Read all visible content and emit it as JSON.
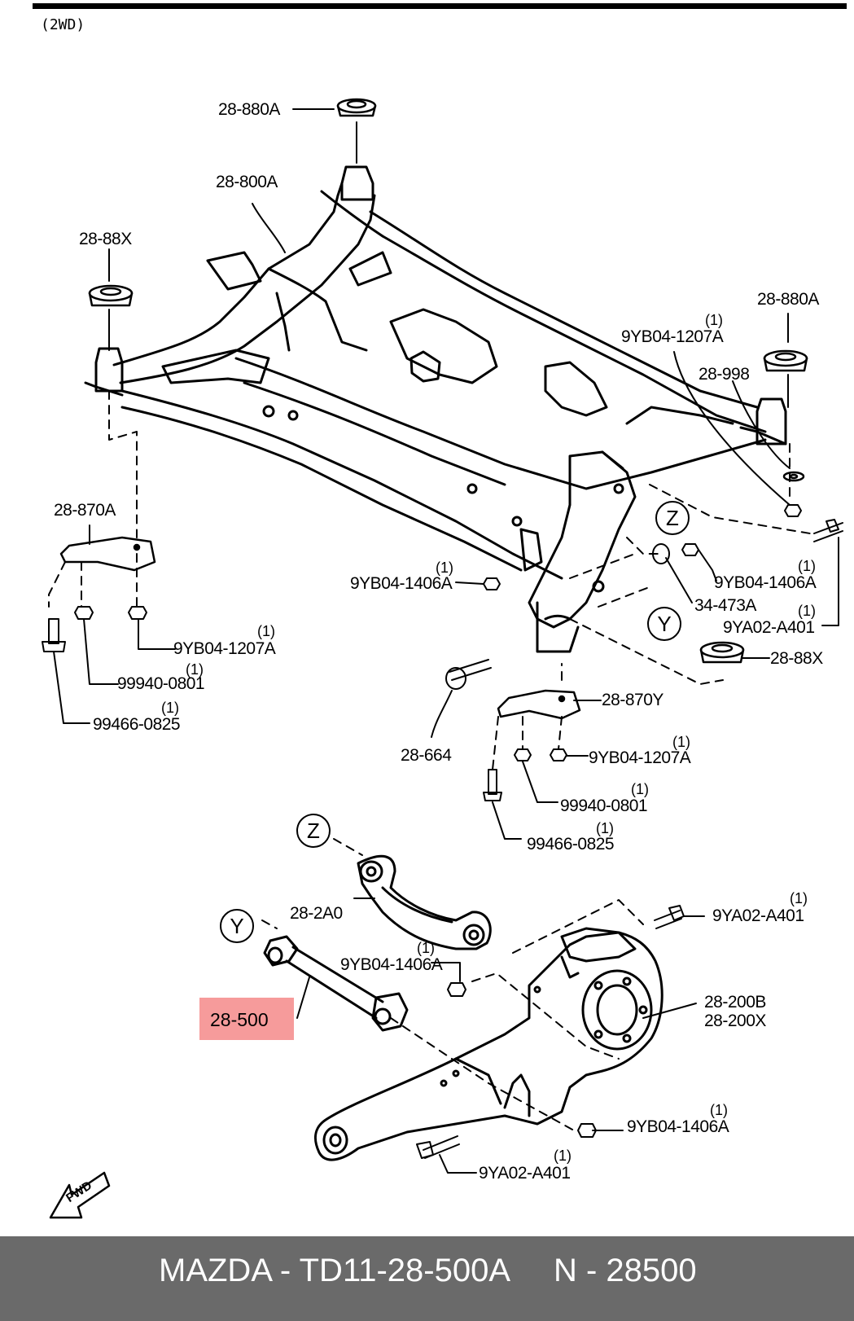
{
  "variant": "(2WD)",
  "labels": {
    "p_28_880A_top": "28-880A",
    "p_28_800A": "28-800A",
    "p_28_88X_left": "28-88X",
    "p_28_880A_right": "28-880A",
    "p_9YB04_1207A_top": "9YB04-1207A",
    "p_28_998": "28-998",
    "p_28_870A": "28-870A",
    "p_9YB04_1406A_mid": "9YB04-1406A",
    "p_9YB04_1406A_right": "9YB04-1406A",
    "p_34_473A": "34-473A",
    "p_9YA02_A401_right": "9YA02-A401",
    "p_28_88X_right": "28-88X",
    "p_9YB04_1207A_left": "9YB04-1207A",
    "p_99940_0801_left": "99940-0801",
    "p_99466_0825_left": "99466-0825",
    "p_28_664": "28-664",
    "p_28_870Y": "28-870Y",
    "p_9YB04_1207A_low": "9YB04-1207A",
    "p_99940_0801_low": "99940-0801",
    "p_99466_0825_low": "99466-0825",
    "p_28_2A0": "28-2A0",
    "p_9YA02_A401_knuckle": "9YA02-A401",
    "p_9YB04_1406A_arm": "9YB04-1406A",
    "p_28_200B": "28-200B",
    "p_28_200X": "28-200X",
    "p_9YB04_1406A_bottom": "9YB04-1406A",
    "p_9YA02_A401_bottom": "9YA02-A401"
  },
  "highlighted_part": "28-500",
  "quantity_marker": "(1)",
  "circle_markers": {
    "z": "Z",
    "y": "Y"
  },
  "fwd_label": "FWD",
  "footer": {
    "brand_part": "MAZDA - TD11-28-500A",
    "number": "N - 28500",
    "background": "#6a6a6a"
  },
  "highlight_color": "#f48a8a"
}
